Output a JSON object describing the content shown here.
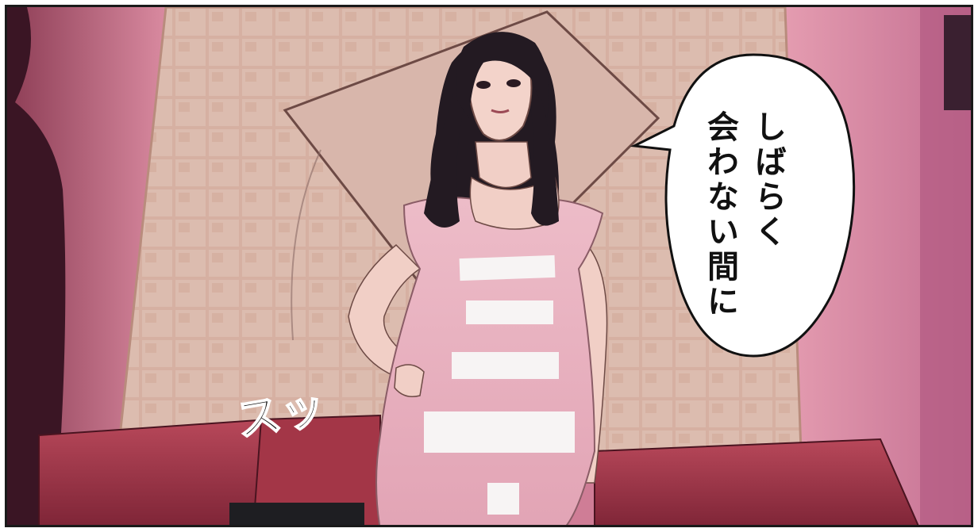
{
  "speech_bubble": {
    "line_1": "しばらく",
    "line_2": "会わない間に"
  },
  "sound_effect": "スッ",
  "colors": {
    "wall_pink": "#d98aa0",
    "tile_beige": "#d9b5a6",
    "dress_pink": "#e9b2c0",
    "sofa_red": "#a83a4a",
    "hair_dark": "#231a22"
  }
}
